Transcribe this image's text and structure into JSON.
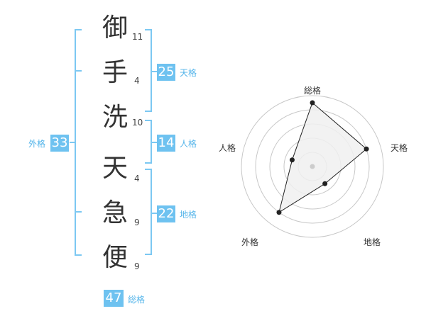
{
  "characters": [
    {
      "char": "御",
      "strokes": "11"
    },
    {
      "char": "手",
      "strokes": "4"
    },
    {
      "char": "洗",
      "strokes": "10"
    },
    {
      "char": "天",
      "strokes": "4"
    },
    {
      "char": "急",
      "strokes": "9"
    },
    {
      "char": "便",
      "strokes": "9"
    }
  ],
  "fortunes": {
    "tenkaku": {
      "value": "25",
      "label": "天格"
    },
    "jinkaku": {
      "value": "14",
      "label": "人格"
    },
    "chikaku": {
      "value": "22",
      "label": "地格"
    },
    "gaikaku": {
      "value": "33",
      "label": "外格"
    },
    "soukaku": {
      "value": "47",
      "label": "総格"
    }
  },
  "radar": {
    "axes": [
      "総格",
      "天格",
      "地格",
      "外格",
      "人格"
    ],
    "levels": 5,
    "max": 5,
    "values": [
      4.5,
      4.0,
      1.5,
      4.0,
      1.5
    ],
    "colors": {
      "grid": "#c8c8c8",
      "fill": "#f0f0f0",
      "line": "#222222",
      "point": "#222222",
      "center": "#cccccc"
    }
  },
  "colors": {
    "accent": "#6ec2f0",
    "bracket": "#7cc8f2",
    "label": "#55b5ea"
  }
}
